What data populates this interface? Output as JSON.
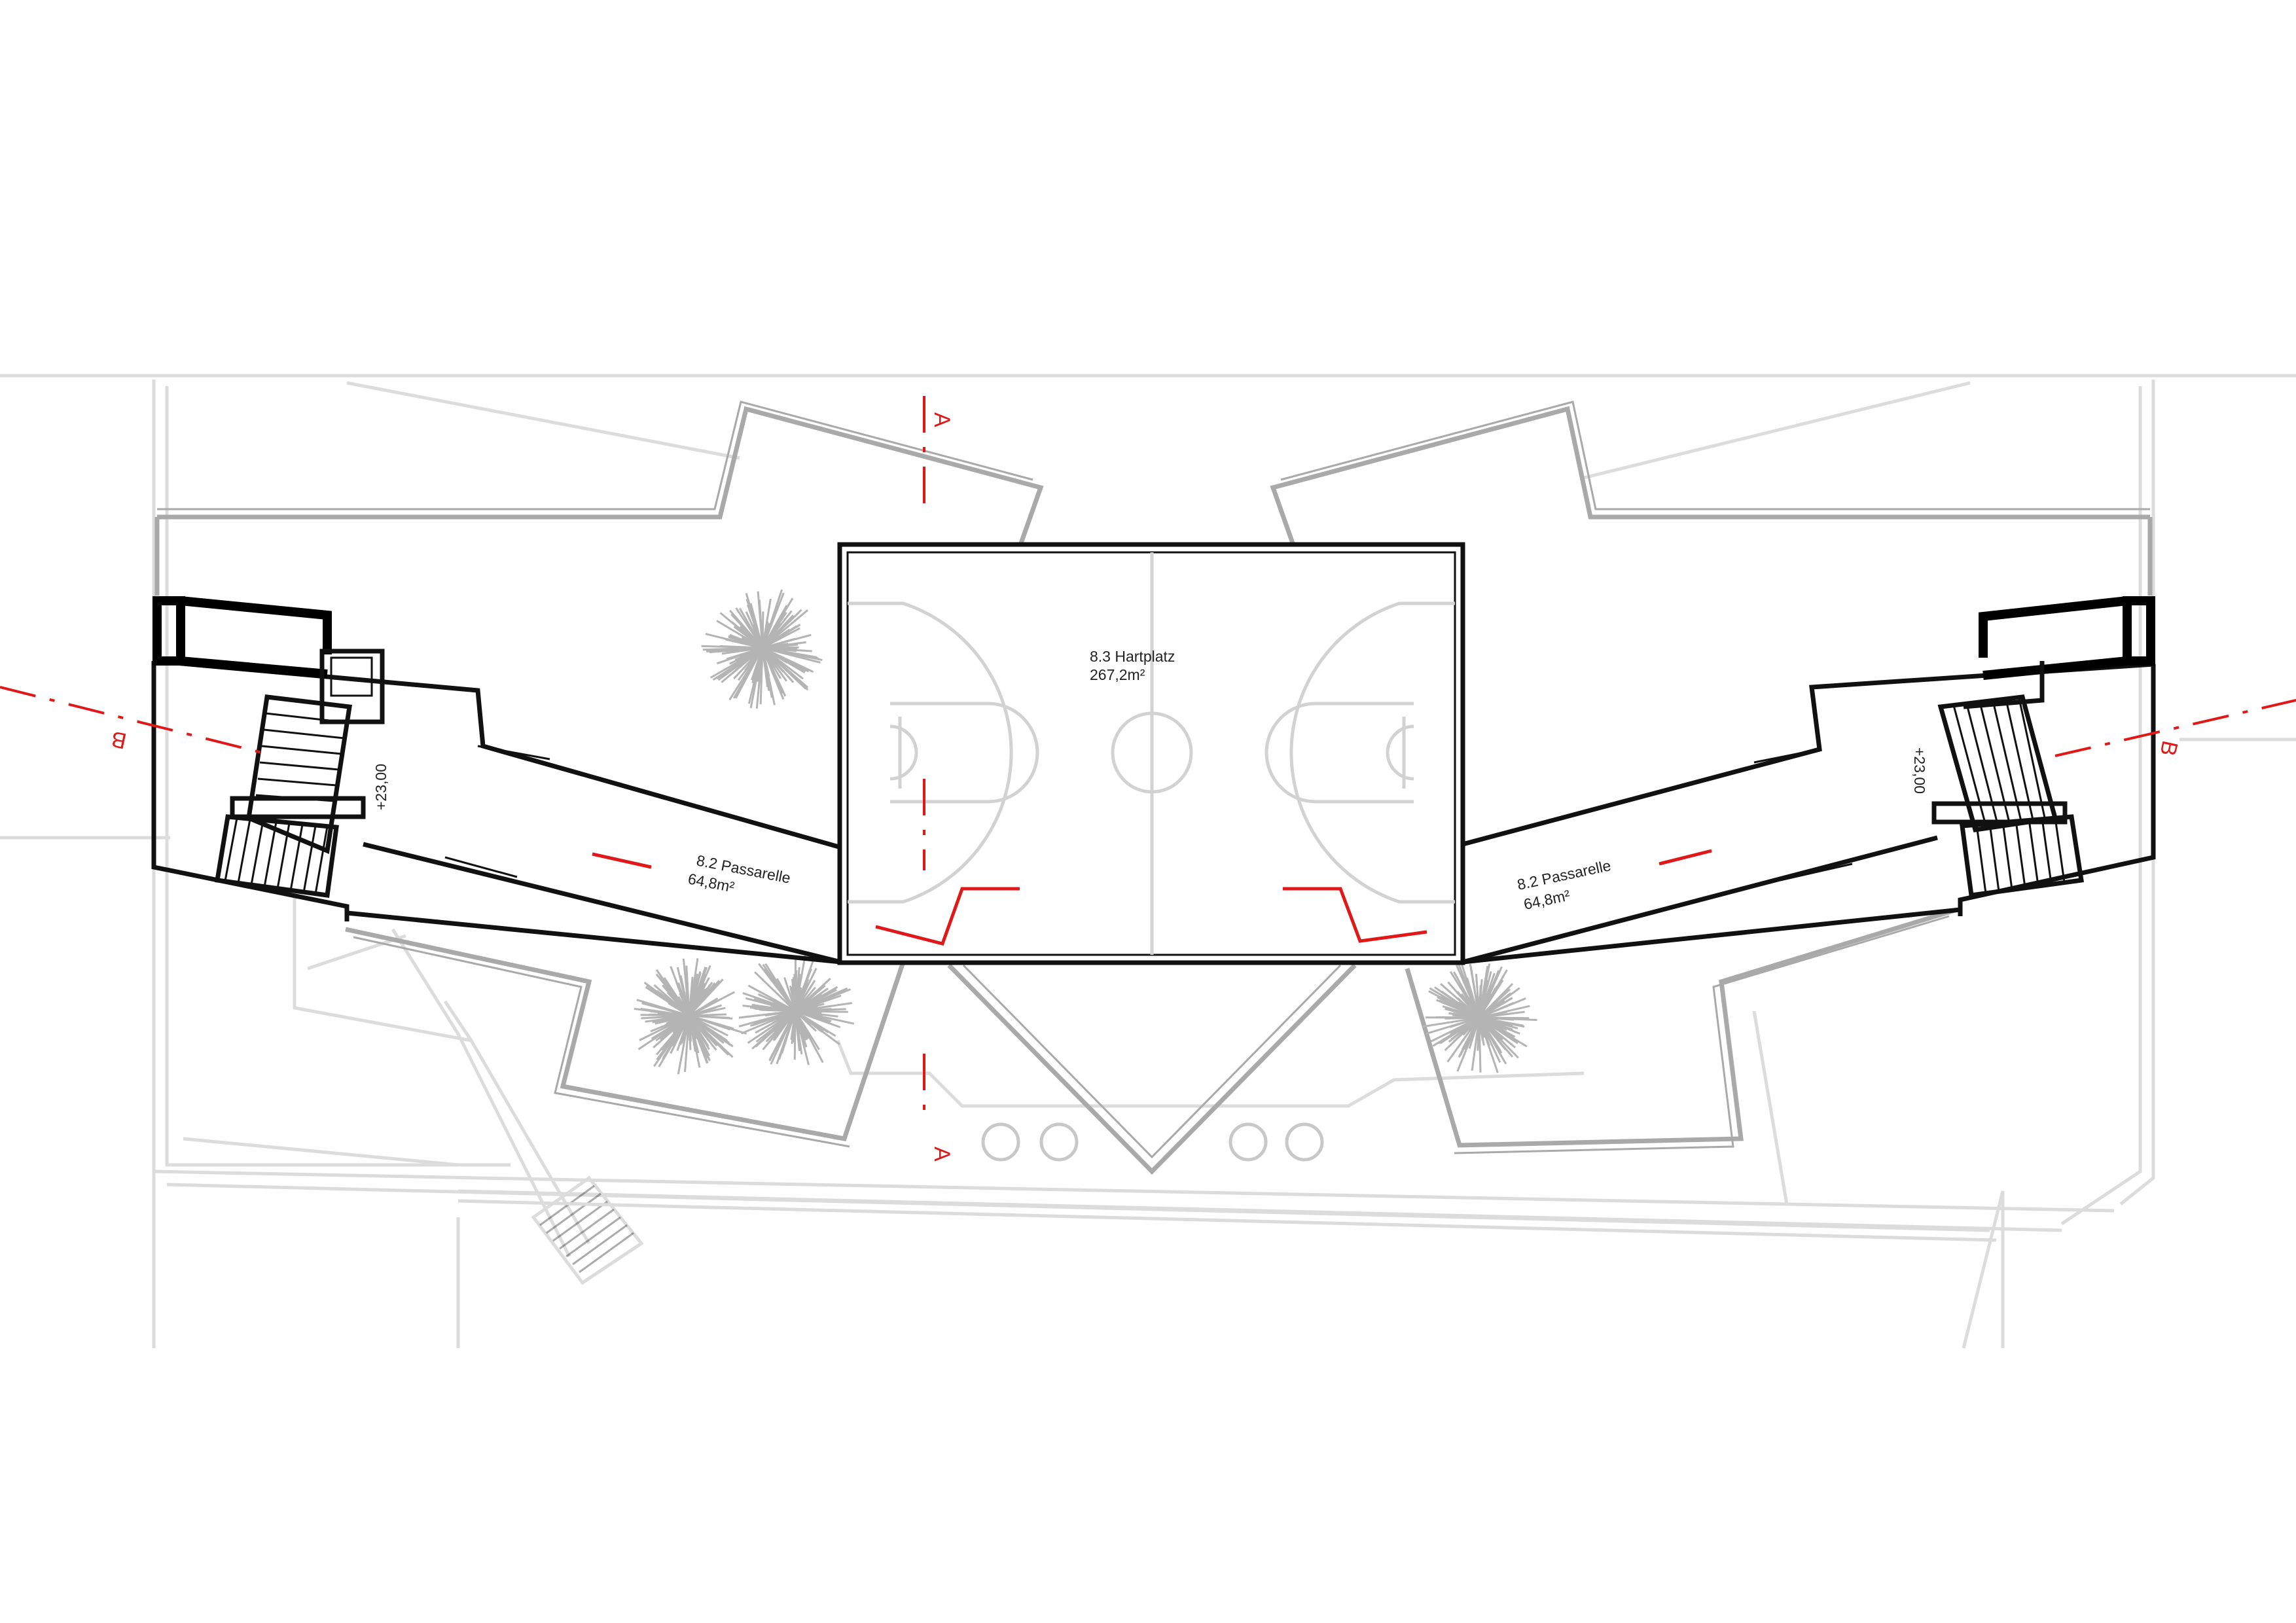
{
  "rooms": {
    "hartplatz": {
      "name": "8.3 Hartplatz",
      "area": "267,2m²"
    },
    "passarelle_left": {
      "name": "8.2 Passarelle",
      "area": "64,8m²"
    },
    "passarelle_right": {
      "name": "8.2 Passarelle",
      "area": "64,8m²"
    }
  },
  "levels": {
    "left": "+23,00",
    "right": "+23,00"
  },
  "sections": {
    "a_top": "A",
    "a_bottom": "A",
    "b_left": "B",
    "b_right": "B"
  },
  "colors": {
    "section_line": "#e01818",
    "context": "#dcdcdc",
    "walls": "#111111"
  }
}
